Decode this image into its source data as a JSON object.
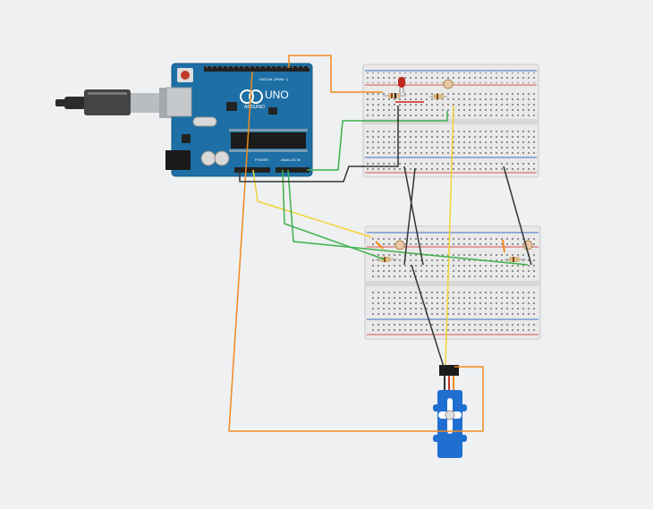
{
  "arduino": {
    "model": "UNO",
    "brand": "ARDUINO",
    "digital_label": "DIGITAL (PWM ~)",
    "analog_label": "ANALOG IN",
    "power_label": "POWER"
  },
  "colors": {
    "background": "#eef0f2",
    "board": "#1d6fa5",
    "breadboard": "#e9e9e9",
    "rail_red": "#d9534f",
    "rail_blue": "#3a6fc4",
    "wire_orange": "#f08a1c",
    "wire_yellow": "#f2d435",
    "wire_green": "#3db04b",
    "wire_black": "#333333",
    "led": "#c0281e",
    "servo": "#1f6fd1"
  },
  "components": {
    "breadboards": 2,
    "leds": 1,
    "photoresistors": 3,
    "resistors": 4,
    "servos": 1
  }
}
